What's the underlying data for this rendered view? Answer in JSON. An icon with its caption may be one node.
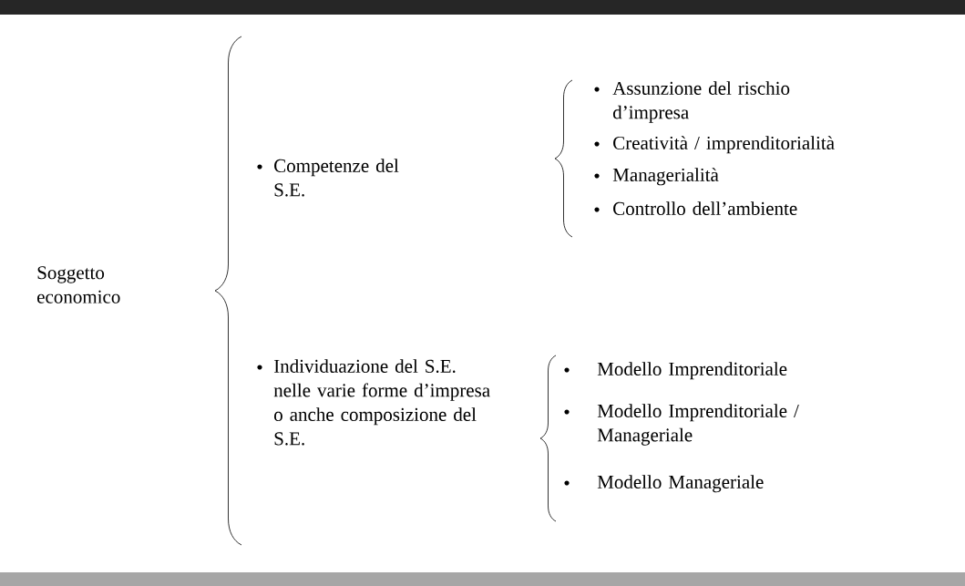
{
  "diagram": {
    "labels": [
      "Soggetto economico",
      "Competenze del S.E.",
      "Assunzione del rischio d’impresa",
      "Creatività / imprenditorialità",
      "Managerialità",
      "Controllo dell’ambiente",
      "Individuazione del S.E. nelle varie forme d’impresa o anche composizione del S.E.",
      "Modello Imprenditoriale",
      "Modello Imprenditoriale / Manageriale",
      "Modello Manageriale"
    ]
  }
}
